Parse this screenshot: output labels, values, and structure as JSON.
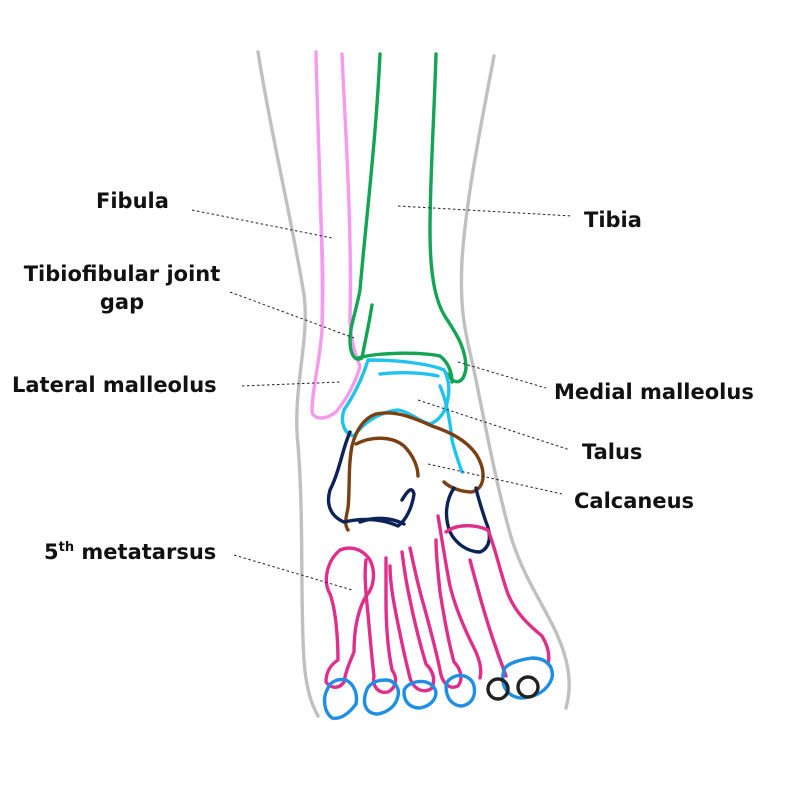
{
  "labels": {
    "fibula": "Fibula",
    "tibia": "Tibia",
    "tibiofibular_line1": "Tibiofibular joint",
    "tibiofibular_line2": "gap",
    "lateral_malleolus": "Lateral malleolus",
    "medial_malleolus": "Medial malleolus",
    "talus": "Talus",
    "calcaneus": "Calcaneus",
    "metatarsus_prefix": "5",
    "metatarsus_sup": "th",
    "metatarsus_suffix": " metatarsus"
  },
  "colors": {
    "outline": "#c0c0c0",
    "fibula": "#f59af0",
    "tibia": "#13a553",
    "talus": "#1fc3ee",
    "calcaneus": "#7b3f12",
    "tarsals": "#0d2257",
    "metatarsals": "#e02f8b",
    "phalanges": "#1f8fe6",
    "sesamoids": "#222222",
    "text": "#111111"
  }
}
